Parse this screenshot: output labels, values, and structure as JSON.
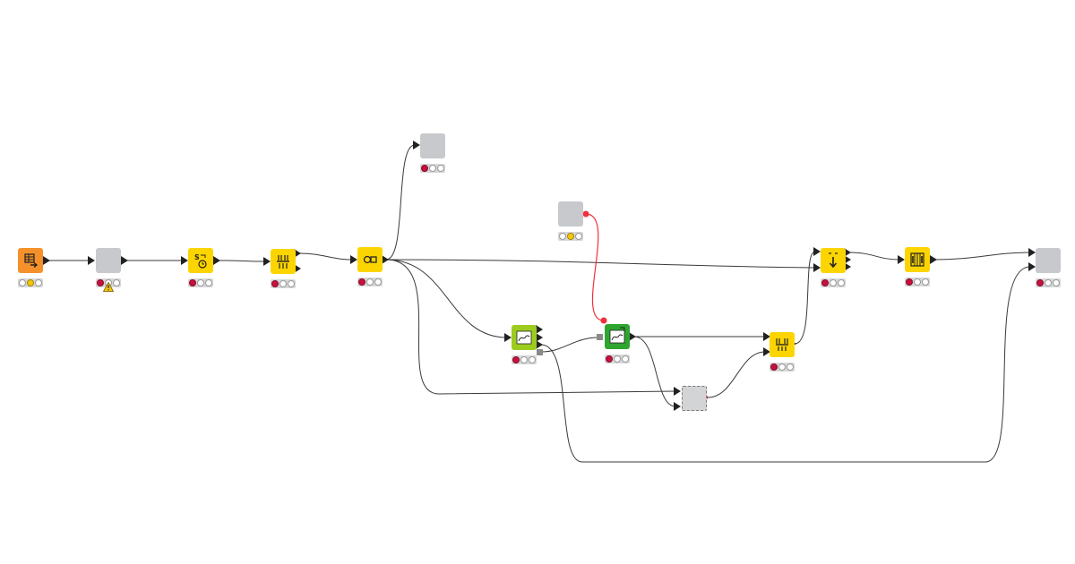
{
  "canvas": {
    "background": "#ffffff"
  },
  "colors": {
    "source": "#f4912b",
    "manipulator": "#fcd500",
    "learner": "#9dcc1e",
    "predictor": "#2fa52f",
    "missing": "#c7c9cc",
    "connection": "#3a3a3a",
    "flow_variable": "#f0313b",
    "light_red": "#c8103e",
    "light_yellow": "#f5c80e",
    "light_inactive": "#ffffff"
  },
  "nodes": [
    {
      "id": "n1",
      "type": "source",
      "icon": "table-arrow-icon",
      "status": [
        "inactive",
        "yellow",
        "inactive"
      ]
    },
    {
      "id": "n2",
      "type": "missing",
      "icon": "blank-node",
      "status": [
        "red",
        "inactive",
        "inactive"
      ],
      "warning": "warning-icon"
    },
    {
      "id": "n3",
      "type": "manipulator",
      "icon": "string-to-datetime-icon",
      "status": [
        "red",
        "inactive",
        "inactive"
      ]
    },
    {
      "id": "n4",
      "type": "manipulator",
      "icon": "row-splitter-icon",
      "status": [
        "red",
        "inactive",
        "inactive"
      ]
    },
    {
      "id": "n5",
      "type": "manipulator",
      "icon": "column-filter-icon",
      "status": [
        "red",
        "inactive",
        "inactive"
      ]
    },
    {
      "id": "n6",
      "type": "missing",
      "icon": "blank-node",
      "status": [
        "red",
        "inactive",
        "inactive"
      ]
    },
    {
      "id": "n7",
      "type": "missing",
      "icon": "blank-node",
      "status": [
        "inactive",
        "yellow",
        "inactive"
      ]
    },
    {
      "id": "n8",
      "type": "learner",
      "icon": "learner-curve-icon",
      "status": [
        "red",
        "inactive",
        "inactive"
      ]
    },
    {
      "id": "n9",
      "type": "predictor",
      "icon": "predictor-curve-icon",
      "status": [
        "red",
        "inactive",
        "inactive"
      ]
    },
    {
      "id": "n10",
      "type": "metanode",
      "icon": "metanode-icon",
      "status": []
    },
    {
      "id": "n11",
      "type": "manipulator",
      "icon": "joiner-icon",
      "status": [
        "red",
        "inactive",
        "inactive"
      ]
    },
    {
      "id": "n12",
      "type": "manipulator",
      "icon": "concatenate-icon",
      "status": [
        "red",
        "inactive",
        "inactive"
      ]
    },
    {
      "id": "n13",
      "type": "manipulator",
      "icon": "column-resorter-icon",
      "status": [
        "red",
        "inactive",
        "inactive"
      ]
    },
    {
      "id": "n14",
      "type": "missing",
      "icon": "blank-node",
      "status": [
        "red",
        "inactive",
        "inactive"
      ]
    }
  ],
  "connections": [
    {
      "from": "n1",
      "to": "n2",
      "kind": "data"
    },
    {
      "from": "n2",
      "to": "n3",
      "kind": "data"
    },
    {
      "from": "n3",
      "to": "n4",
      "kind": "data"
    },
    {
      "from": "n4",
      "to": "n5",
      "kind": "data"
    },
    {
      "from": "n5",
      "to": "n6",
      "kind": "data"
    },
    {
      "from": "n5",
      "to": "n12",
      "kind": "data"
    },
    {
      "from": "n5",
      "to": "n8",
      "kind": "data"
    },
    {
      "from": "n5",
      "to": "n10",
      "kind": "data"
    },
    {
      "from": "n8",
      "to": "n9",
      "kind": "model"
    },
    {
      "from": "n7",
      "to": "n9",
      "kind": "flow_variable"
    },
    {
      "from": "n9",
      "to": "n11",
      "kind": "data"
    },
    {
      "from": "n9",
      "to": "n10",
      "kind": "data"
    },
    {
      "from": "n10",
      "to": "n11",
      "kind": "data"
    },
    {
      "from": "n11",
      "to": "n12",
      "kind": "data"
    },
    {
      "from": "n12",
      "to": "n13",
      "kind": "data"
    },
    {
      "from": "n13",
      "to": "n14",
      "kind": "data"
    },
    {
      "from": "n8",
      "to": "n14",
      "kind": "model"
    }
  ]
}
